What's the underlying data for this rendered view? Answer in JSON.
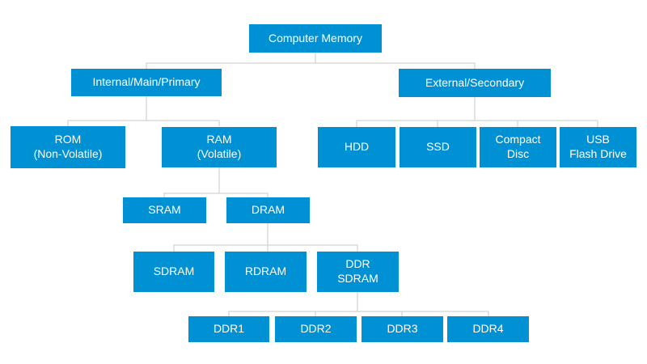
{
  "colors": {
    "node_fill": "#0091d5",
    "node_text": "#ffffff",
    "connector": "#cacaca",
    "background": "#ffffff"
  },
  "nodes": {
    "root": {
      "label": "Computer Memory"
    },
    "internal": {
      "label": "Internal/Main/Primary"
    },
    "external": {
      "label": "External/Secondary"
    },
    "rom": {
      "label": "ROM\n(Non-Volatile)"
    },
    "ram": {
      "label": "RAM\n(Volatile)"
    },
    "hdd": {
      "label": "HDD"
    },
    "ssd": {
      "label": "SSD"
    },
    "compact_disc": {
      "label": "Compact\nDisc"
    },
    "usb_flash_drive": {
      "label": "USB\nFlash Drive"
    },
    "sram": {
      "label": "SRAM"
    },
    "dram": {
      "label": "DRAM"
    },
    "sdram": {
      "label": "SDRAM"
    },
    "rdram": {
      "label": "RDRAM"
    },
    "ddr_sdram": {
      "label": "DDR\nSDRAM"
    },
    "ddr1": {
      "label": "DDR1"
    },
    "ddr2": {
      "label": "DDR2"
    },
    "ddr3": {
      "label": "DDR3"
    },
    "ddr4": {
      "label": "DDR4"
    }
  }
}
